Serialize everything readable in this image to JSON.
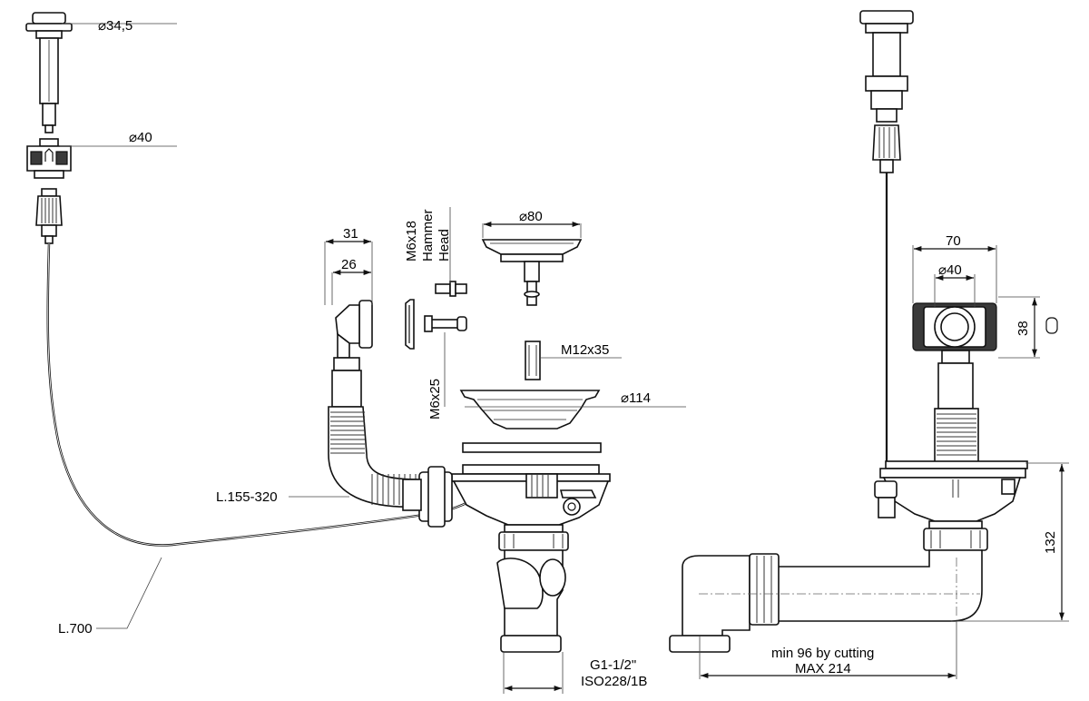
{
  "labels": {
    "d_cap": "⌀34,5",
    "d_nut": "⌀40",
    "w31": "31",
    "w26": "26",
    "m6x18": "M6x18",
    "hammer": "Hammer",
    "head": "Head",
    "d80": "⌀80",
    "m12x35": "M12x35",
    "m6x25": "M6x25",
    "d114": "⌀114",
    "hose": "L.155-320",
    "cable": "L.700",
    "thread_1": "G1-1/2\"",
    "thread_2": "ISO228/1B",
    "w70": "70",
    "d40_right": "⌀40",
    "h38": "38",
    "h132": "132",
    "trap_1": "min 96 by cutting",
    "trap_2": "MAX 214"
  }
}
